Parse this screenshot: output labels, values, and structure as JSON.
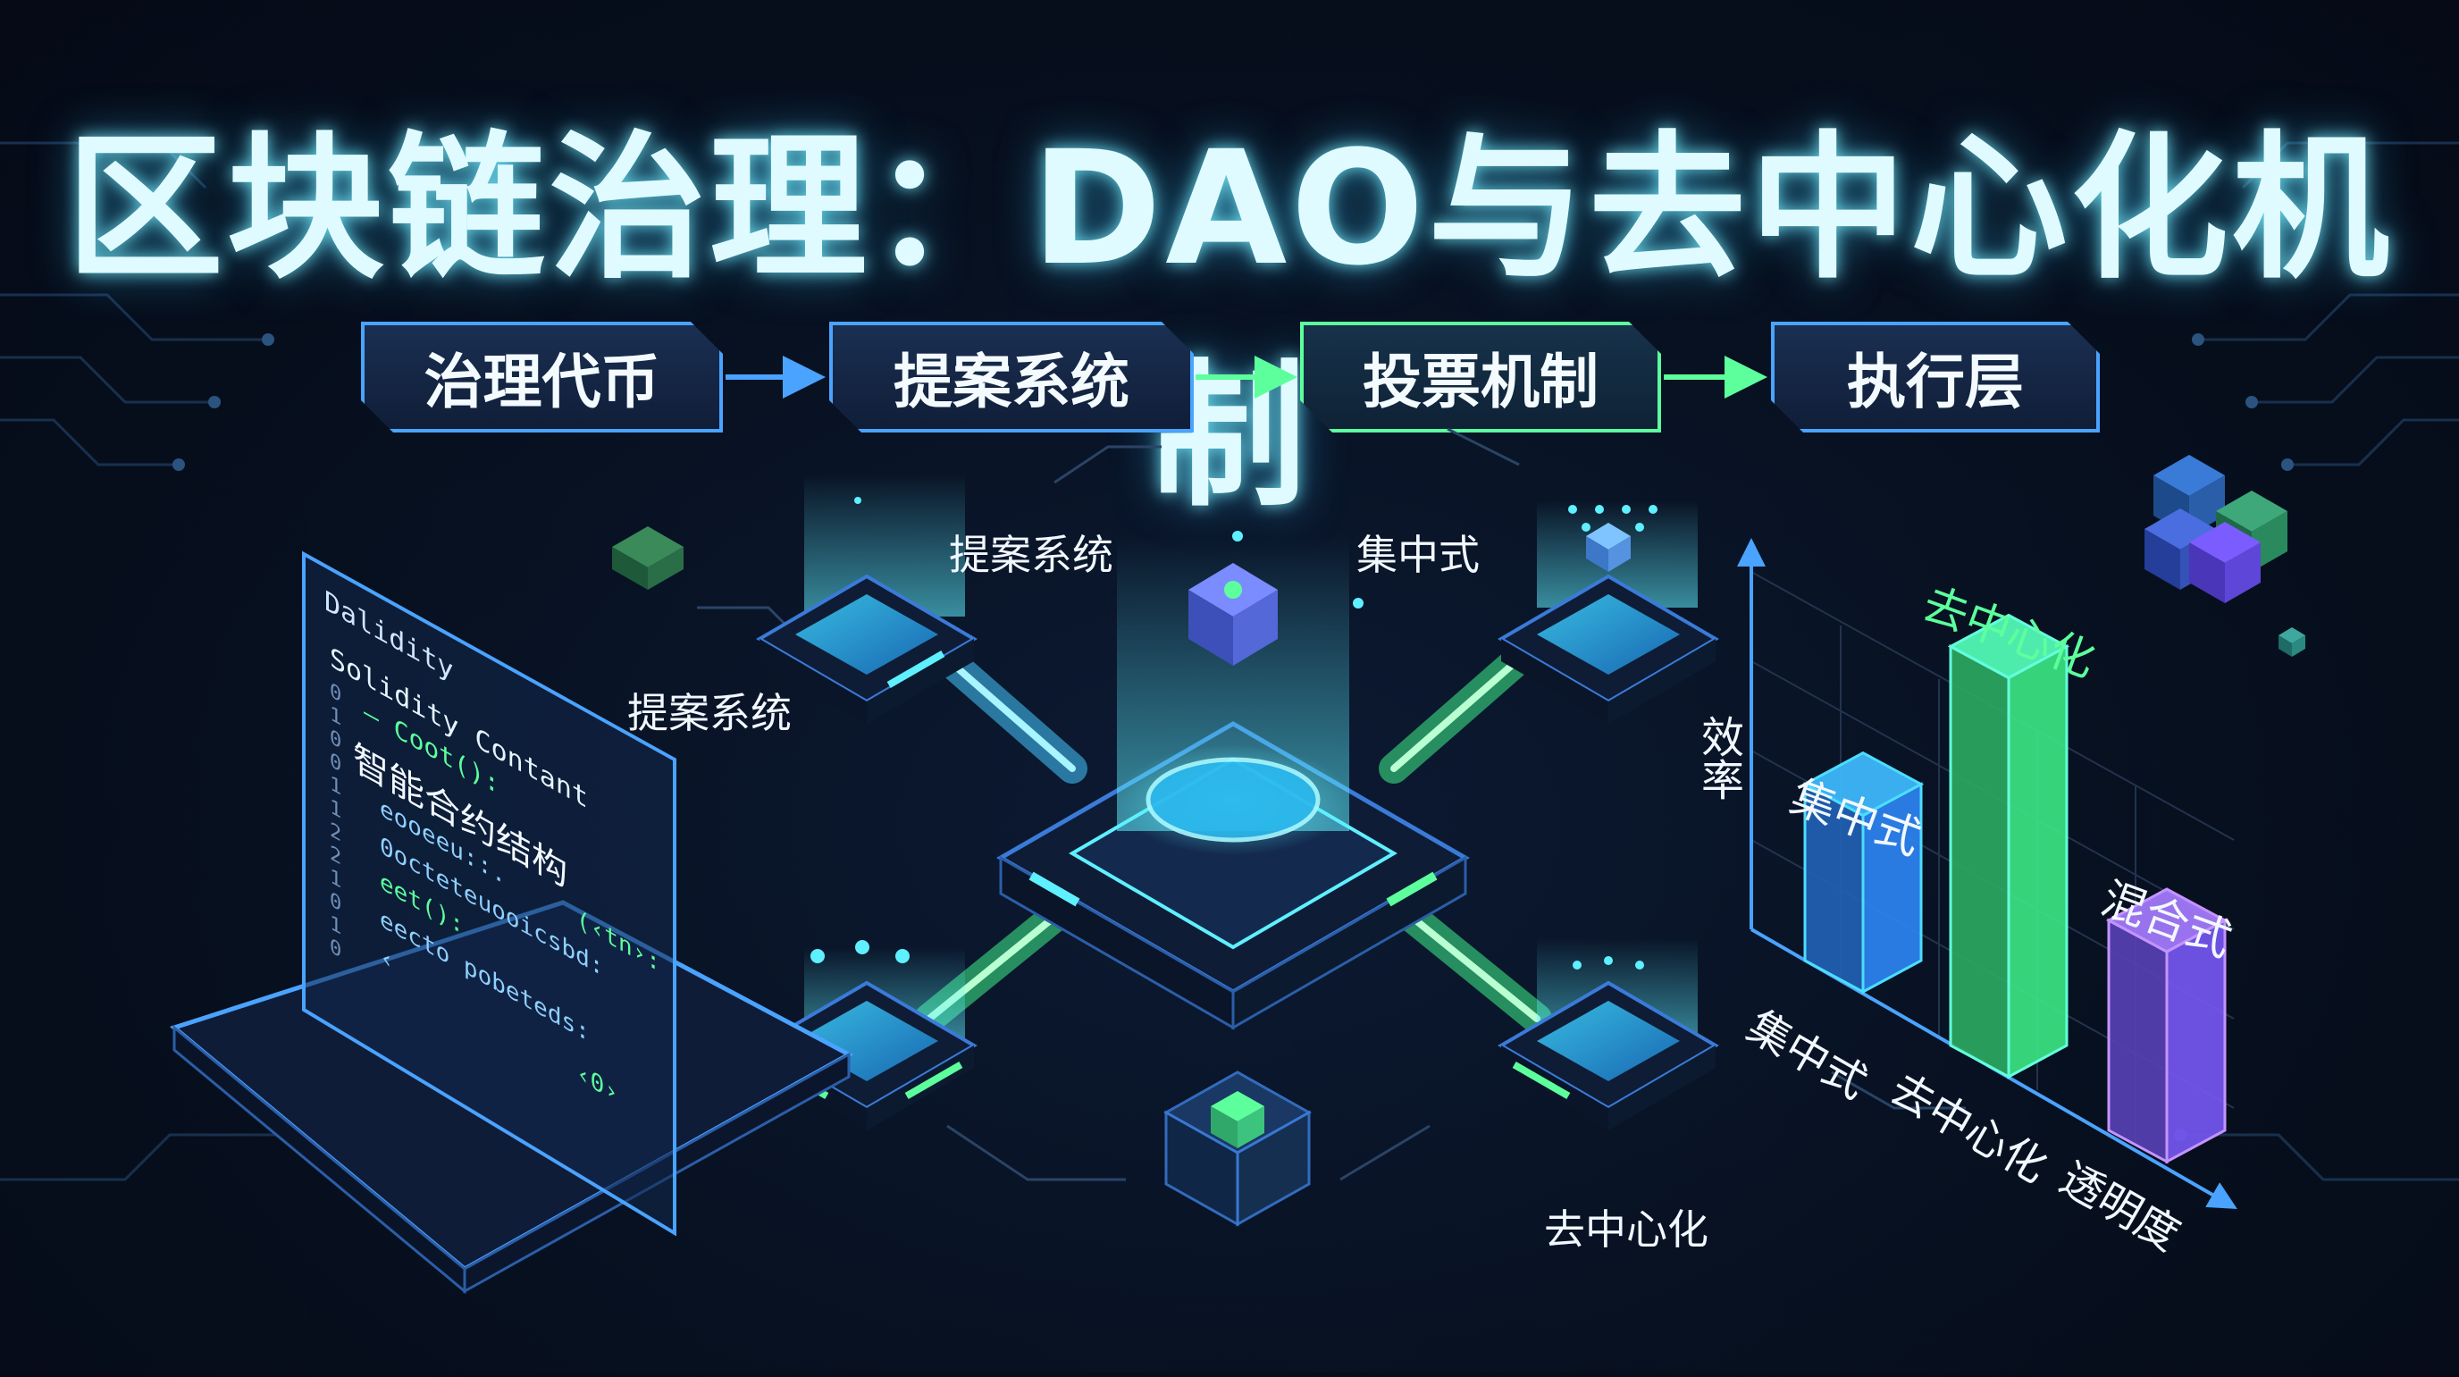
{
  "title": "区块链治理：DAO与去中心化机制",
  "flow": {
    "steps": [
      "治理代币",
      "提案系统",
      "投票机制",
      "执行层"
    ]
  },
  "network_labels": {
    "top_left": "提案系统",
    "left": "提案系统",
    "top_right": "集中式",
    "bottom_right": "去中心化"
  },
  "code_panel": {
    "header": "Dalidity",
    "contract_line": "Solidity Contant",
    "line_func": "— Coot():",
    "section_title": "智能合约结构",
    "lines": [
      "eooeeu::.",
      "(‹tn›:",
      "0octeteuooicsbd:",
      "eet():",
      "eecto pobeteds:",
      "‹0›",
      "‹"
    ],
    "line_numbers": [
      "0",
      "1",
      "0",
      "0",
      "1",
      "1",
      "2",
      "2",
      "1",
      "0",
      "1",
      "0"
    ]
  },
  "chart_data": {
    "type": "bar",
    "ylabel": "效率",
    "categories": [
      "集中式",
      "去中心化",
      "透明度"
    ],
    "bar_labels": [
      "集中式",
      "去中心化",
      "混合式"
    ],
    "values": [
      42,
      95,
      50
    ],
    "colors": [
      "#2f8bff",
      "#3ef08a",
      "#7b5cff"
    ],
    "ylim": [
      0,
      100
    ]
  },
  "colors": {
    "accent_blue": "#4aa3ff",
    "accent_green": "#5dff9d",
    "accent_cyan": "#5ff0ff",
    "accent_purple": "#7b5cff"
  }
}
